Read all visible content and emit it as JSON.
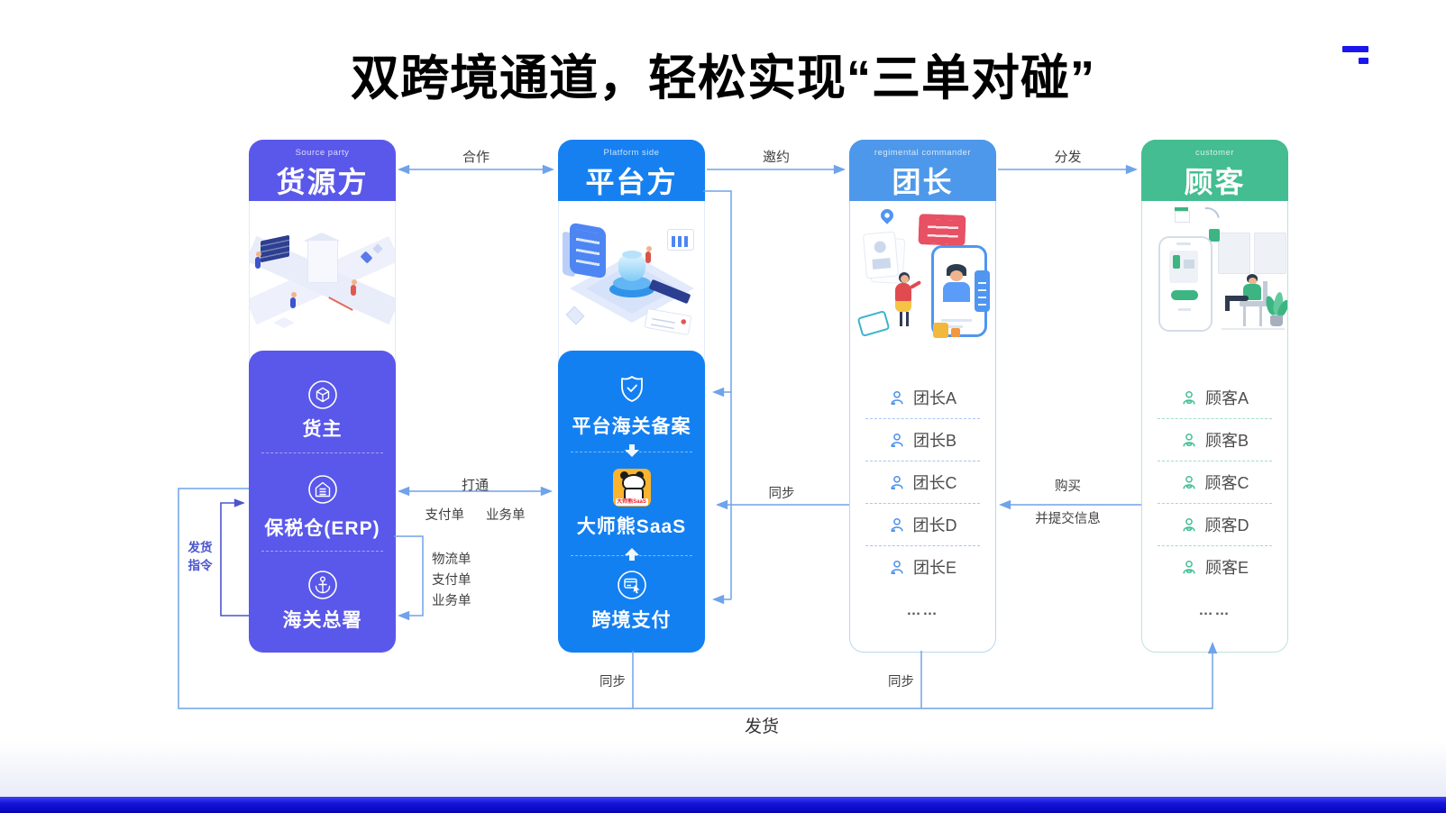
{
  "title": "双跨境通道，轻松实现“三单对碰”",
  "header_labels": {
    "source_en": "Source party",
    "source_zh": "货源方",
    "platform_en": "Platform side",
    "platform_zh": "平台方",
    "leader_en": "regimental commander",
    "leader_zh": "团长",
    "customer_en": "customer",
    "customer_zh": "顾客"
  },
  "source_items": {
    "owner": "货主",
    "warehouse": "保税仓(ERP)",
    "customs": "海关总署"
  },
  "platform_items": {
    "record": "平台海关备案",
    "saas": "大师熊SaaS",
    "pay": "跨境支付",
    "logo_text": "大师熊SaaS"
  },
  "leader_list": [
    "团长A",
    "团长B",
    "团长C",
    "团长D",
    "团长E"
  ],
  "leader_more": "……",
  "customer_list": [
    "顾客A",
    "顾客B",
    "顾客C",
    "顾客D",
    "顾客E"
  ],
  "customer_more": "……",
  "arrows": {
    "cooperate": "合作",
    "invite": "邀约",
    "distribute": "分发",
    "open_up": "打通",
    "open_up_sub1": "支付单",
    "open_up_sub2": "业务单",
    "docs_line1": "物流单",
    "docs_line2": "支付单",
    "docs_line3": "业务单",
    "ship_cmd_line1": "发货",
    "ship_cmd_line2": "指令",
    "sync_mid": "同步",
    "buy_line1": "购买",
    "buy_line2": "并提交信息",
    "sync_bottom_left": "同步",
    "sync_bottom_right": "同步",
    "ship_bottom": "发货"
  },
  "colors": {
    "source_header": "#5a58ea",
    "platform_header": "#1680f1",
    "leader_header": "#4d98ea",
    "customer_header": "#43bd91",
    "line_blue": "#6fa3ea",
    "line_dark": "#4a55cd",
    "logo_blue": "#1b16ee",
    "bear_badge": "#f9b32f"
  }
}
